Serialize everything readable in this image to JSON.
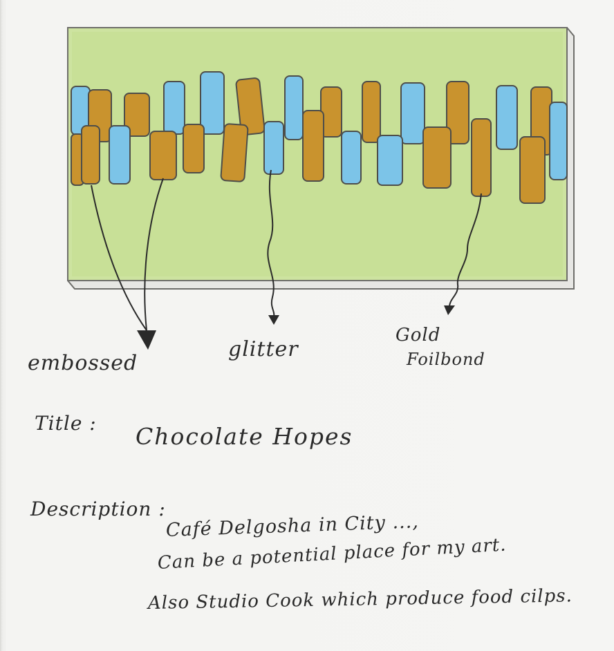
{
  "colors": {
    "paper": "#f4f4f2",
    "board_fill": "#cde3a0",
    "board_outline": "#6e6e6a",
    "blue_piece": "#7cc4e8",
    "gold_piece": "#c9932e",
    "ink": "#2a2a2a"
  },
  "callouts": {
    "embossed": "embossed",
    "glitter": "glitter",
    "gold_line_1": "Gold",
    "gold_line_2": "Foilbond"
  },
  "title": {
    "label": "Title :",
    "value": "Chocolate Hopes"
  },
  "description": {
    "label": "Description :",
    "lines": [
      "Café Delgosha in City ...,",
      "Can be a potential place for my art.",
      "Also Studio Cook which produce food cilps."
    ]
  }
}
